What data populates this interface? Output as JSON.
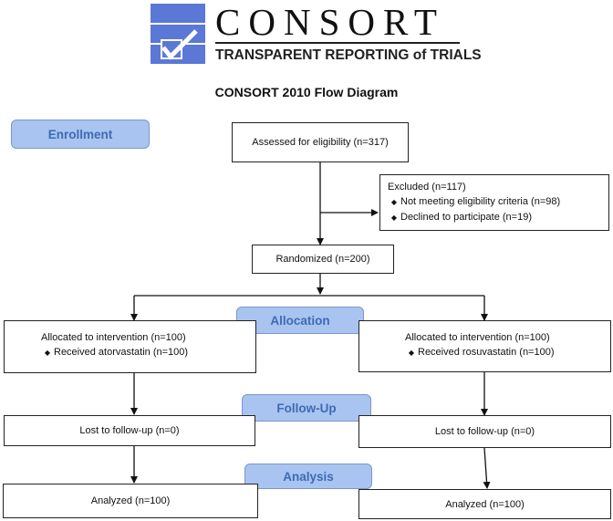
{
  "header": {
    "logo_word": "CONSORT",
    "logo_tagline": "TRANSPARENT REPORTING of TRIALS",
    "diagram_title": "CONSORT 2010 Flow Diagram"
  },
  "stages": {
    "enrollment": "Enrollment",
    "allocation": "Allocation",
    "followup": "Follow-Up",
    "analysis": "Analysis"
  },
  "boxes": {
    "assessed": "Assessed for eligibility (n=317)",
    "excluded": {
      "title": "Excluded (n=117)",
      "items": [
        "Not meeting eligibility criteria (n=98)",
        "Declined to participate (n=19)"
      ]
    },
    "randomized": "Randomized (n=200)",
    "left": {
      "allocated": "Allocated to intervention (n=100)",
      "received": "Received atorvastatin (n=100)",
      "lost": "Lost to follow-up (n=0)",
      "analyzed": "Analyzed (n=100)"
    },
    "right": {
      "allocated": "Allocated to intervention (n=100)",
      "received": "Received rosuvastatin (n=100)",
      "lost": "Lost to follow-up (n=0)",
      "analyzed": "Analyzed (n=100)"
    }
  },
  "colors": {
    "stage_fill": "#a9c4f0",
    "stage_text": "#3d6bb5",
    "logo_blue": "#5b78d6"
  }
}
